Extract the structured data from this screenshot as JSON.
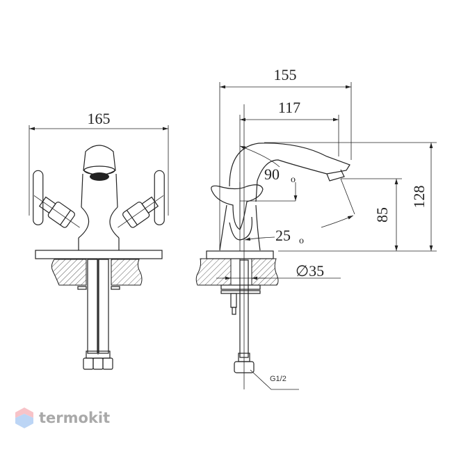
{
  "front_view": {
    "width_label": "165"
  },
  "side_view": {
    "overall_reach_label": "155",
    "spout_reach_label": "117",
    "height_label": "128",
    "outlet_height_label": "85",
    "swivel_angle_label": "90",
    "swivel_angle_unit": "o",
    "tilt_angle_label": "25",
    "tilt_angle_unit": "o",
    "hole_diameter_label": "∅35",
    "connection_label": "G1/2"
  },
  "watermark": {
    "text": "termokit",
    "colors": {
      "top": "#f7c3c8",
      "bottom": "#bcd5f5",
      "text": "#a9a9a9"
    }
  }
}
